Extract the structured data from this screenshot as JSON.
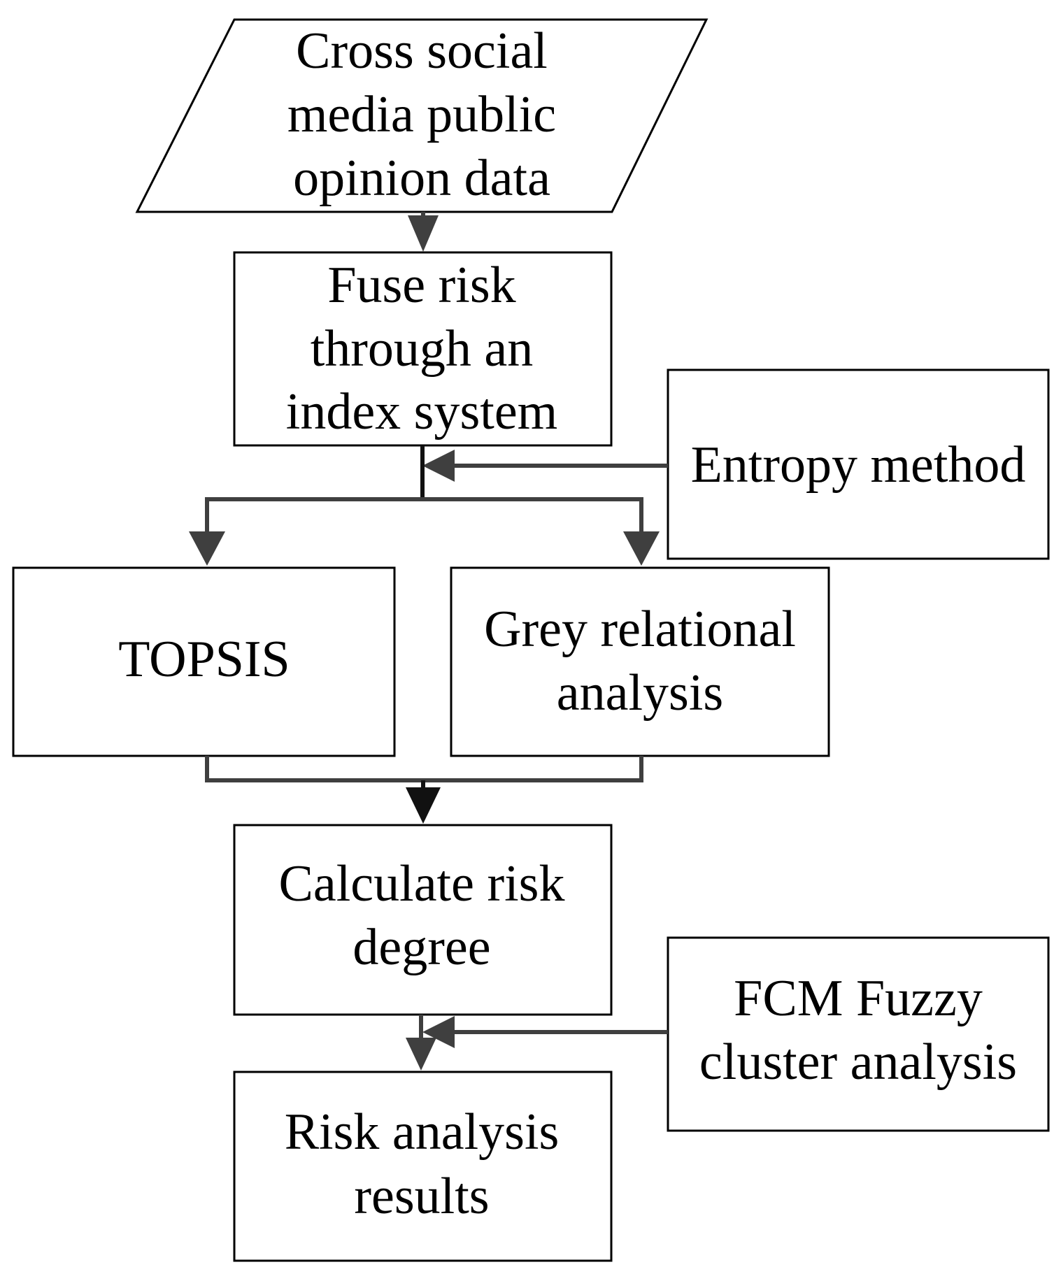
{
  "nodes": {
    "input": {
      "lines": [
        "Cross social",
        "media public",
        "opinion data"
      ]
    },
    "fuse": {
      "lines": [
        "Fuse risk",
        "through an",
        "index system"
      ]
    },
    "entropy": {
      "lines": [
        "Entropy method"
      ]
    },
    "topsis": {
      "lines": [
        "TOPSIS"
      ]
    },
    "grey": {
      "lines": [
        "Grey relational",
        "analysis"
      ]
    },
    "calculate": {
      "lines": [
        "Calculate risk",
        "degree"
      ]
    },
    "fcm": {
      "lines": [
        "FCM Fuzzy",
        "cluster analysis"
      ]
    },
    "results": {
      "lines": [
        "Risk analysis",
        "results"
      ]
    }
  },
  "edges": [
    {
      "from": "input",
      "to": "fuse"
    },
    {
      "from": "entropy",
      "to": "fuse"
    },
    {
      "from": "fuse",
      "to": "topsis"
    },
    {
      "from": "fuse",
      "to": "grey"
    },
    {
      "from": "topsis",
      "to": "calculate"
    },
    {
      "from": "grey",
      "to": "calculate"
    },
    {
      "from": "fcm",
      "to": "calculate"
    },
    {
      "from": "calculate",
      "to": "results"
    }
  ],
  "colors": {
    "connector": "#3f3f3f",
    "connector_dark": "#111111",
    "border": "#000000",
    "text": "#000000",
    "background": "#ffffff"
  }
}
